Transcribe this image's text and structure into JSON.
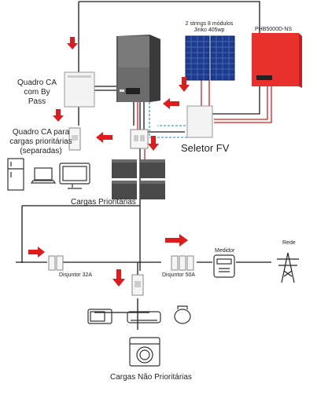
{
  "labels": {
    "quadro_ca": "Quadro CA\ncom By Pass",
    "quadro_prioritarias": "Quadro CA para\ncargas prioritárias\n(separadas)",
    "cargas_prioritarias": "Cargas Prioritárias",
    "strings": "2 strings 8 módulos\nJinko 405wp",
    "inverter_model": "PHB5000D-NS",
    "seletor": "Seletor FV",
    "disjuntor_32": "Disjuntor 32A",
    "disjuntor_50": "Disjuntor 50A",
    "medidor": "Medidor",
    "rede": "Rede",
    "cargas_nao_prioritarias": "Cargas Não Prioritárias"
  },
  "icons": {
    "arrow": "red-arrow-icon",
    "battery": "battery-icon",
    "panel": "solar-panel-icon",
    "tower": "power-tower-icon",
    "fridge": "fridge-icon",
    "laptop": "laptop-icon",
    "monitor": "monitor-icon",
    "microwave": "microwave-icon",
    "ac": "air-conditioner-icon",
    "heater": "water-heater-icon",
    "washer": "washing-machine-icon"
  },
  "colors": {
    "wire_black": "#1a1a1a",
    "wire_red": "#d61e1e",
    "wire_blue": "#3aa0d8",
    "arrow_red": "#e01b1b",
    "inverter_red": "#e8302c"
  }
}
